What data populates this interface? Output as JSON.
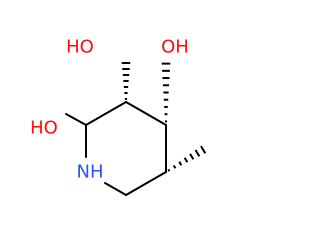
{
  "molecule": {
    "colors": {
      "bond": "#000000",
      "oxygen": "#ff0d0d",
      "nitrogen": "#3050f8"
    },
    "atoms": {
      "oh_top_left": "HO",
      "oh_top_right": "OH",
      "oh_left": "HO",
      "nh": "NH"
    }
  }
}
